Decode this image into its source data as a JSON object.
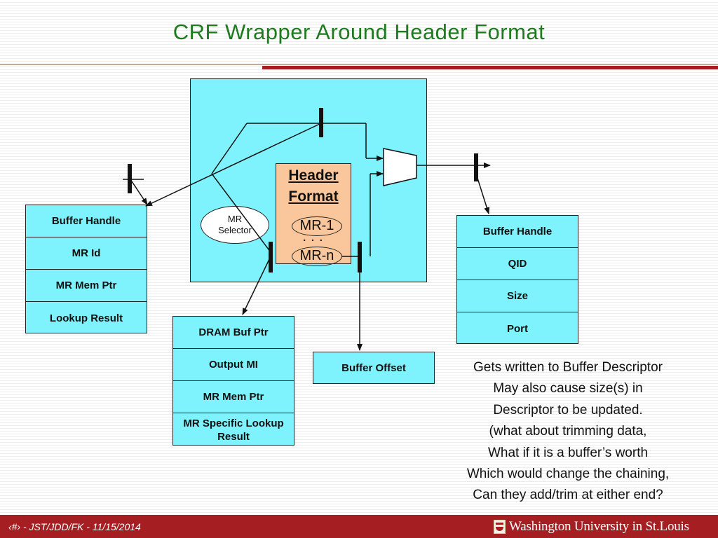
{
  "title": "CRF Wrapper Around Header Format",
  "header_format": {
    "title_line1": "Header",
    "title_line2": "Format",
    "mr_first": "MR-1",
    "ellipsis": ". . .",
    "mr_last": "MR-n"
  },
  "mr_selector": {
    "line1": "MR",
    "line2": "Selector"
  },
  "input_descriptor": [
    "Buffer Handle",
    "MR Id",
    "MR Mem Ptr",
    "Lookup Result"
  ],
  "output_descriptor": [
    "Buffer Handle",
    "QID",
    "Size",
    "Port"
  ],
  "mr_output": [
    "DRAM Buf Ptr",
    "Output MI",
    "MR Mem Ptr",
    "MR Specific Lookup Result"
  ],
  "buffer_offset": "Buffer Offset",
  "notes": [
    "Gets written to Buffer Descriptor",
    "May also cause size(s) in",
    "Descriptor to be updated.",
    "(what about trimming data,",
    "What if it is a buffer’s worth",
    "Which would change the chaining,",
    "Can they add/trim at either end?"
  ],
  "footer": {
    "text": "‹#› - JST/JDD/FK - 11/15/2014",
    "logo_text": "Washington University in St.Louis"
  }
}
